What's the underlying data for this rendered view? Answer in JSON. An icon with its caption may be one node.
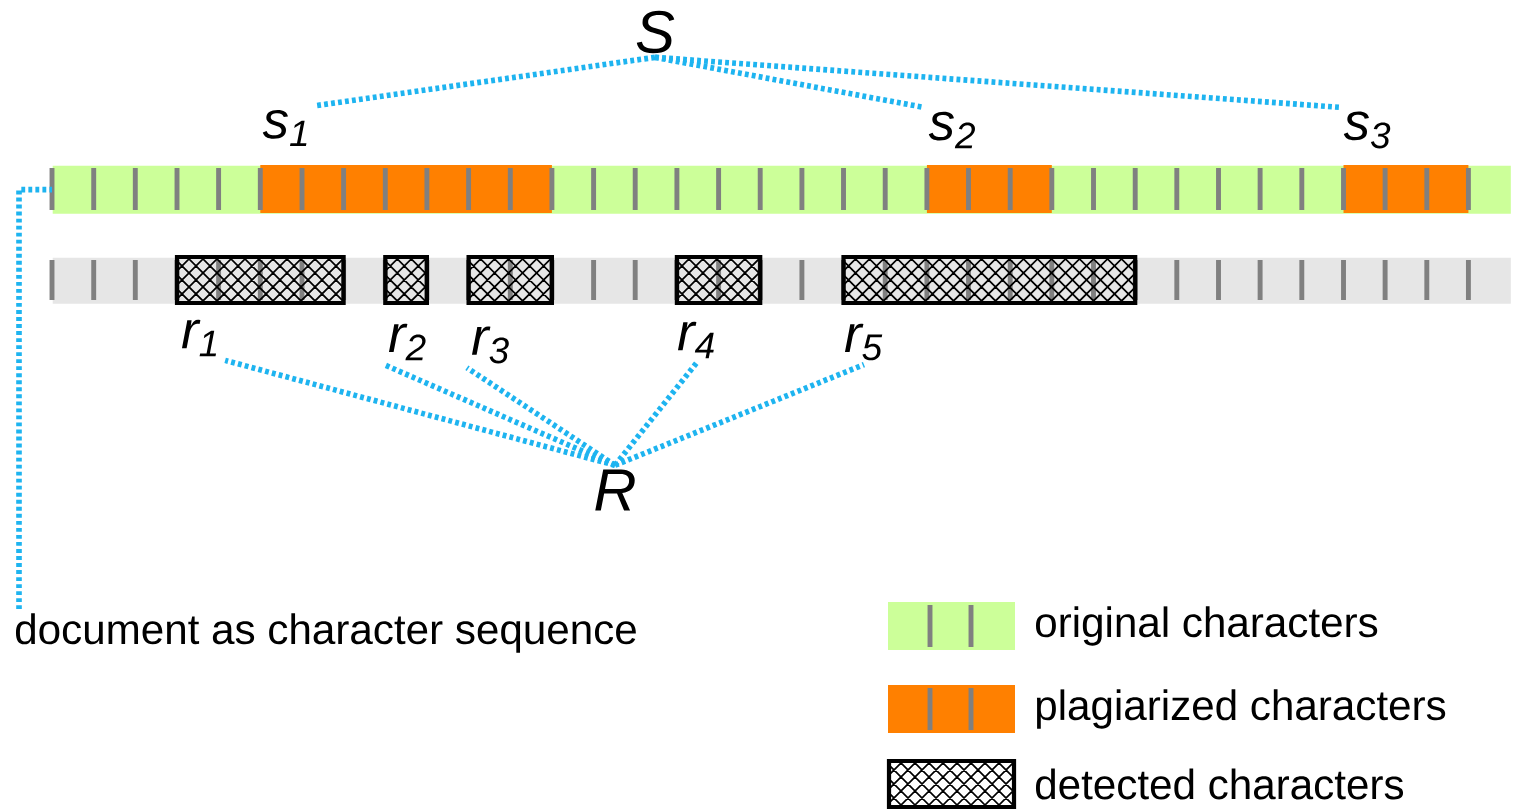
{
  "diagram": {
    "nodes": [
      {
        "text": [
          "S"
        ]
      },
      {
        "text": [
          "s$_{1}$"
        ]
      },
      {
        "text": [
          "s$_{2}$"
        ]
      },
      {
        "text": [
          "s$_{3}$"
        ]
      },
      {
        "text": [
          "R"
        ]
      },
      {
        "text": [
          "r$_{1}$"
        ]
      },
      {
        "text": [
          "r$_{2}$"
        ]
      },
      {
        "text": [
          "r$_{3}$"
        ]
      },
      {
        "text": [
          "r$_{4}$"
        ]
      },
      {
        "text": [
          "r$_{5}$"
        ]
      },
      {
        "text": [
          "document as character sequence"
        ]
      },
      {
        "text": [],
        "shape": "bar"
      },
      {
        "text": [],
        "shape": "bar"
      }
    ],
    "edges": [
      {
        "from": 0,
        "to": 1,
        "arrow": "none"
      },
      {
        "from": 0,
        "to": 2,
        "arrow": "none"
      },
      {
        "from": 0,
        "to": 3,
        "arrow": "none"
      },
      {
        "from": 4,
        "to": 5,
        "arrow": "none"
      },
      {
        "from": 4,
        "to": 6,
        "arrow": "none"
      },
      {
        "from": 4,
        "to": 7,
        "arrow": "none"
      },
      {
        "from": 4,
        "to": 8,
        "arrow": "none"
      },
      {
        "from": 4,
        "to": 9,
        "arrow": "none"
      },
      {
        "from": 10,
        "to": 11,
        "arrow": "none"
      }
    ],
    "legend": [
      {
        "text": "original characters",
        "color": "#ccff99"
      },
      {
        "text": "plagiarized characters",
        "color": "#ff8000"
      },
      {
        "text": "detected characters"
      }
    ]
  }
}
